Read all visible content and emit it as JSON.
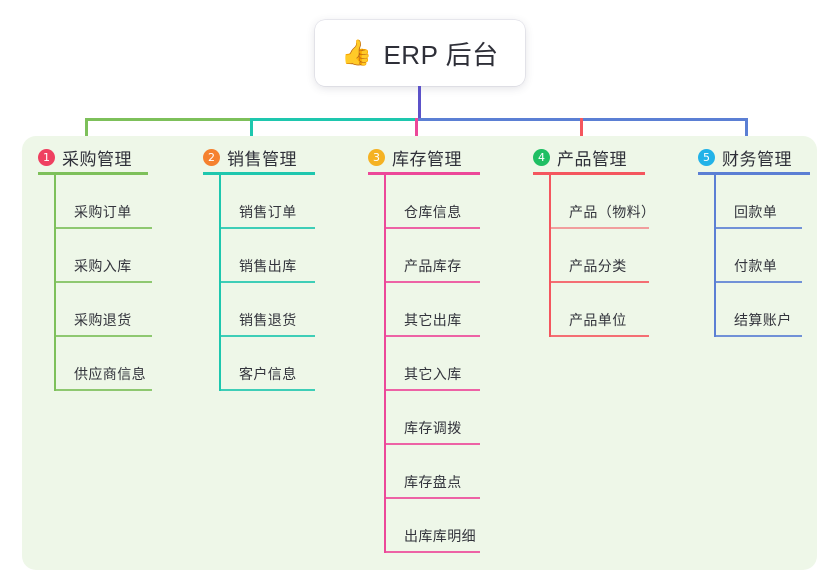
{
  "diagram": {
    "root": {
      "icon": "thumbs-up-icon",
      "emoji": "👍",
      "title": "ERP 后台"
    },
    "panel_color": "#eef7e8",
    "branches": [
      {
        "index": "1",
        "title": "采购管理",
        "color": "#7dc05a",
        "badge_color": "#ef4060",
        "items": [
          "采购订单",
          "采购入库",
          "采购退货",
          "供应商信息"
        ]
      },
      {
        "index": "2",
        "title": "销售管理",
        "color": "#1ec7ae",
        "badge_color": "#f5812f",
        "items": [
          "销售订单",
          "销售出库",
          "销售退货",
          "客户信息"
        ]
      },
      {
        "index": "3",
        "title": "库存管理",
        "color": "#ec4899",
        "badge_color": "#f5b223",
        "items": [
          "仓库信息",
          "产品库存",
          "其它出库",
          "其它入库",
          "库存调拨",
          "库存盘点",
          "出库库明细"
        ]
      },
      {
        "index": "4",
        "title": "产品管理",
        "color": "#f4565e",
        "badge_color": "#1fbf63",
        "items": [
          "产品（物料）",
          "产品分类",
          "产品单位"
        ]
      },
      {
        "index": "5",
        "title": "财务管理",
        "color": "#5b7fd4",
        "badge_color": "#22b2e8",
        "items": [
          "回款单",
          "付款单",
          "结算账户"
        ]
      }
    ],
    "stem_color": "#5c52c9"
  }
}
